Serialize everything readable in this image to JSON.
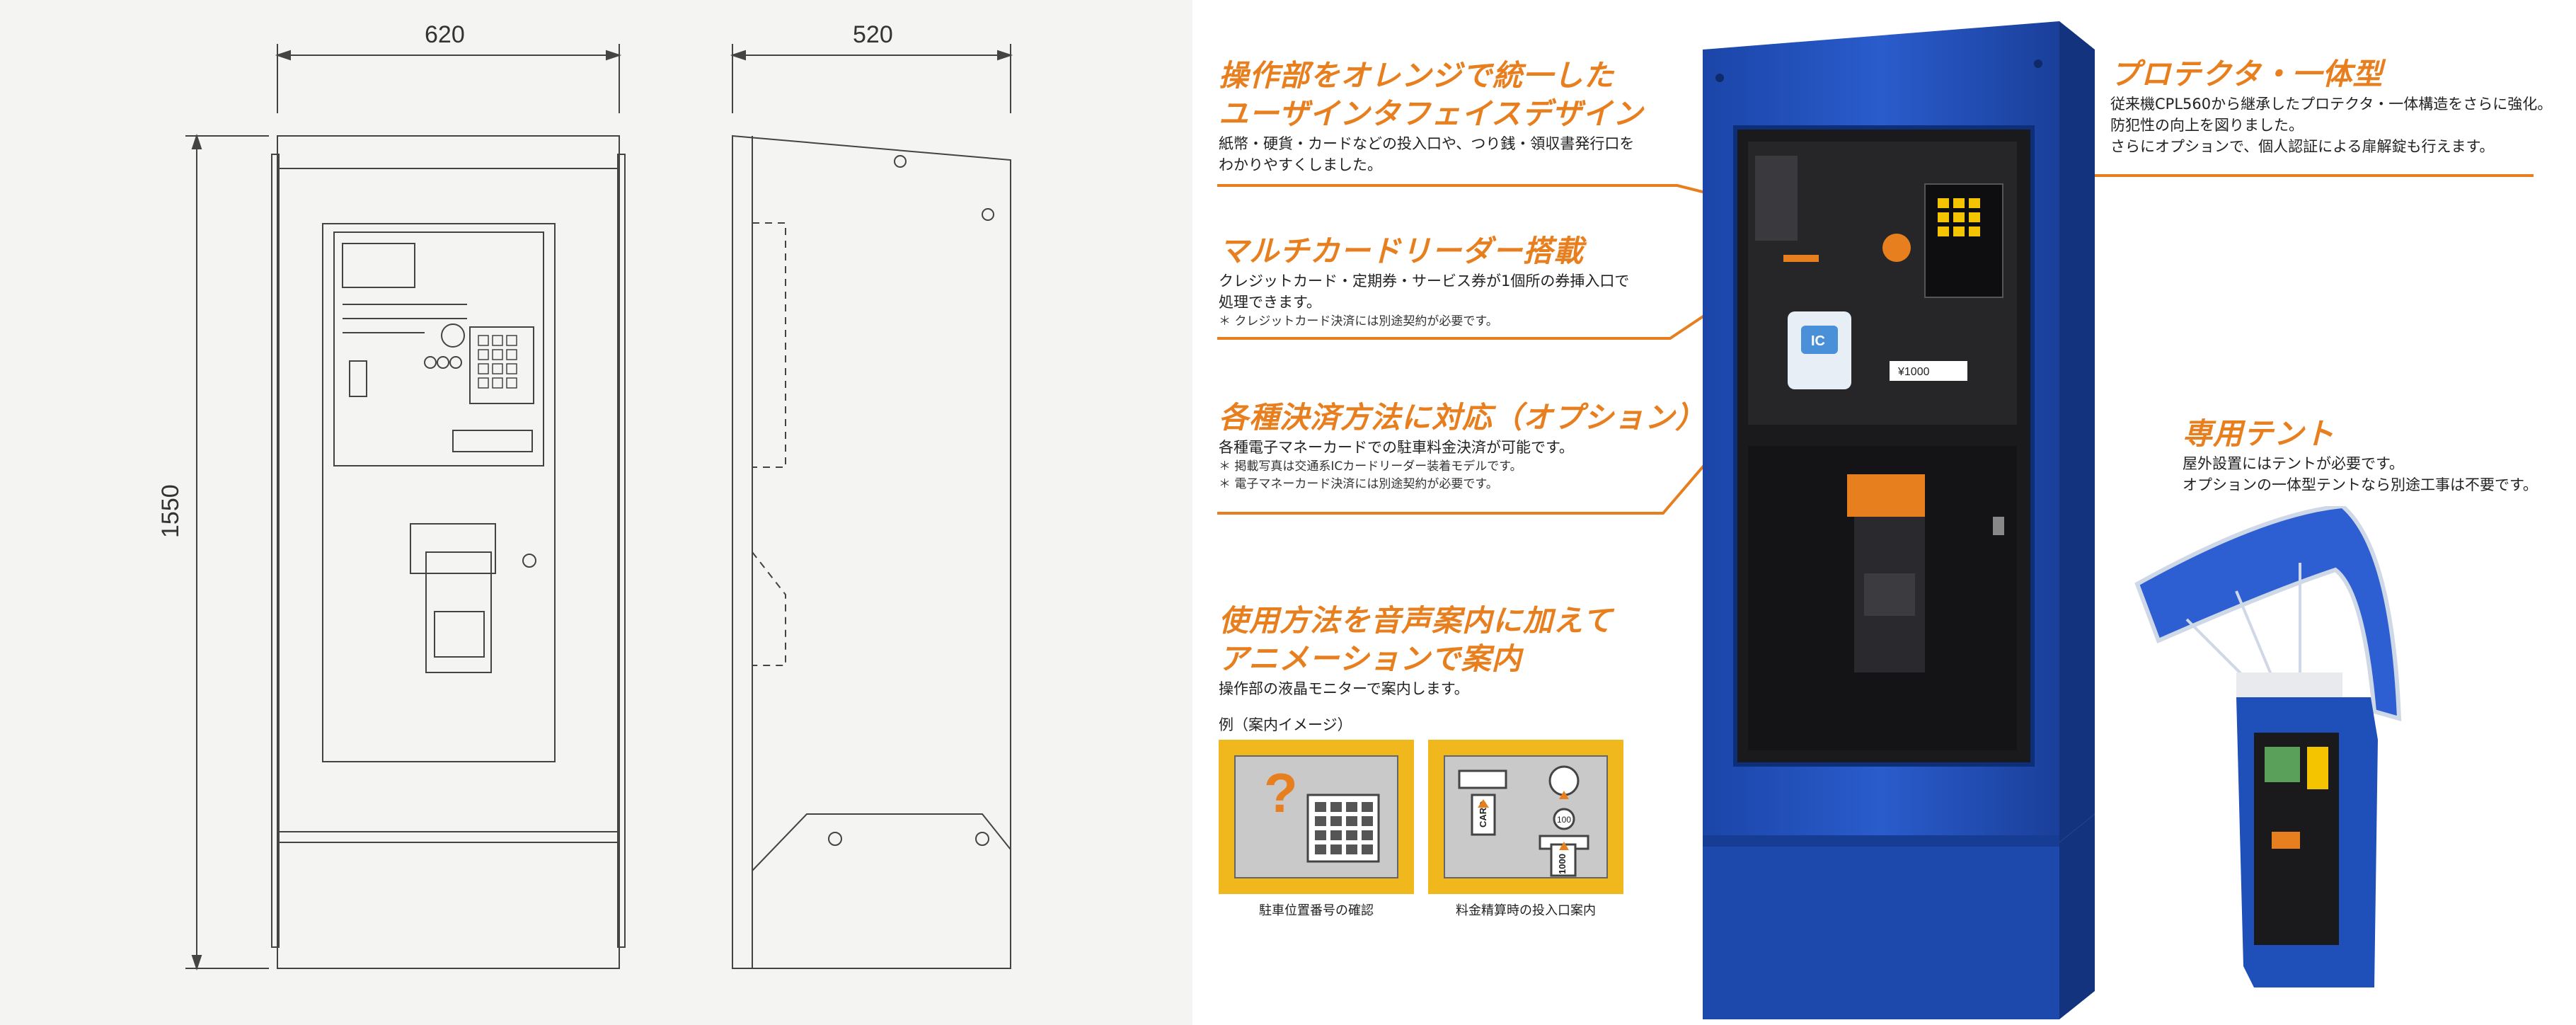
{
  "dimensions": {
    "front_width": "620",
    "side_depth": "520",
    "height": "1550"
  },
  "features": [
    {
      "heading_lines": [
        "操作部をオレンジで統一した",
        "ユーザインタフェイスデザイン"
      ],
      "body_lines": [
        "紙幣・硬貨・カードなどの投入口や、つり銭・領収書発行口を",
        "わかりやすくしました。"
      ],
      "notes": []
    },
    {
      "heading_lines": [
        "マルチカードリーダー搭載"
      ],
      "body_lines": [
        "クレジットカード・定期券・サービス券が1個所の券挿入口で",
        "処理できます。"
      ],
      "notes": [
        "＊ クレジットカード決済には別途契約が必要です。"
      ]
    },
    {
      "heading_lines": [
        "各種決済方法に対応（オプション）"
      ],
      "body_lines": [
        "各種電子マネーカードでの駐車料金決済が可能です。"
      ],
      "notes": [
        "＊ 掲載写真は交通系ICカードリーダー装着モデルです。",
        "＊ 電子マネーカード決済には別途契約が必要です。"
      ]
    },
    {
      "heading_lines": [
        "使用方法を音声案内に加えて",
        "アニメーションで案内"
      ],
      "body_lines": [
        "操作部の液晶モニターで案内します。"
      ],
      "notes": []
    },
    {
      "heading_lines": [
        "プロテクタ・一体型"
      ],
      "body_lines": [
        "従来機CPL560から継承したプロテクタ・一体構造をさらに強化。",
        "防犯性の向上を図りました。",
        "さらにオプションで、個人認証による扉解錠も行えます。"
      ],
      "notes": []
    },
    {
      "heading_lines": [
        "専用テント"
      ],
      "body_lines": [
        "屋外設置にはテントが必要です。",
        "オプションの一体型テントなら別途工事は不要です。"
      ],
      "notes": []
    }
  ],
  "examples": {
    "label": "例（案内イメージ）",
    "items": [
      {
        "caption": "駐車位置番号の確認",
        "icon": "question-keypad-icon"
      },
      {
        "caption": "料金精算時の投入口案内",
        "icon": "card-coin-bill-slot-icon"
      }
    ]
  },
  "machine_labels": {
    "card_label": "CARD",
    "coin_label": "100",
    "bill_label": "1000",
    "ic_label": "IC",
    "price": "¥1000"
  },
  "colors": {
    "accent_orange": "#e87f1e",
    "machine_blue": "#1f4fb8",
    "example_yellow": "#f0b81d"
  }
}
